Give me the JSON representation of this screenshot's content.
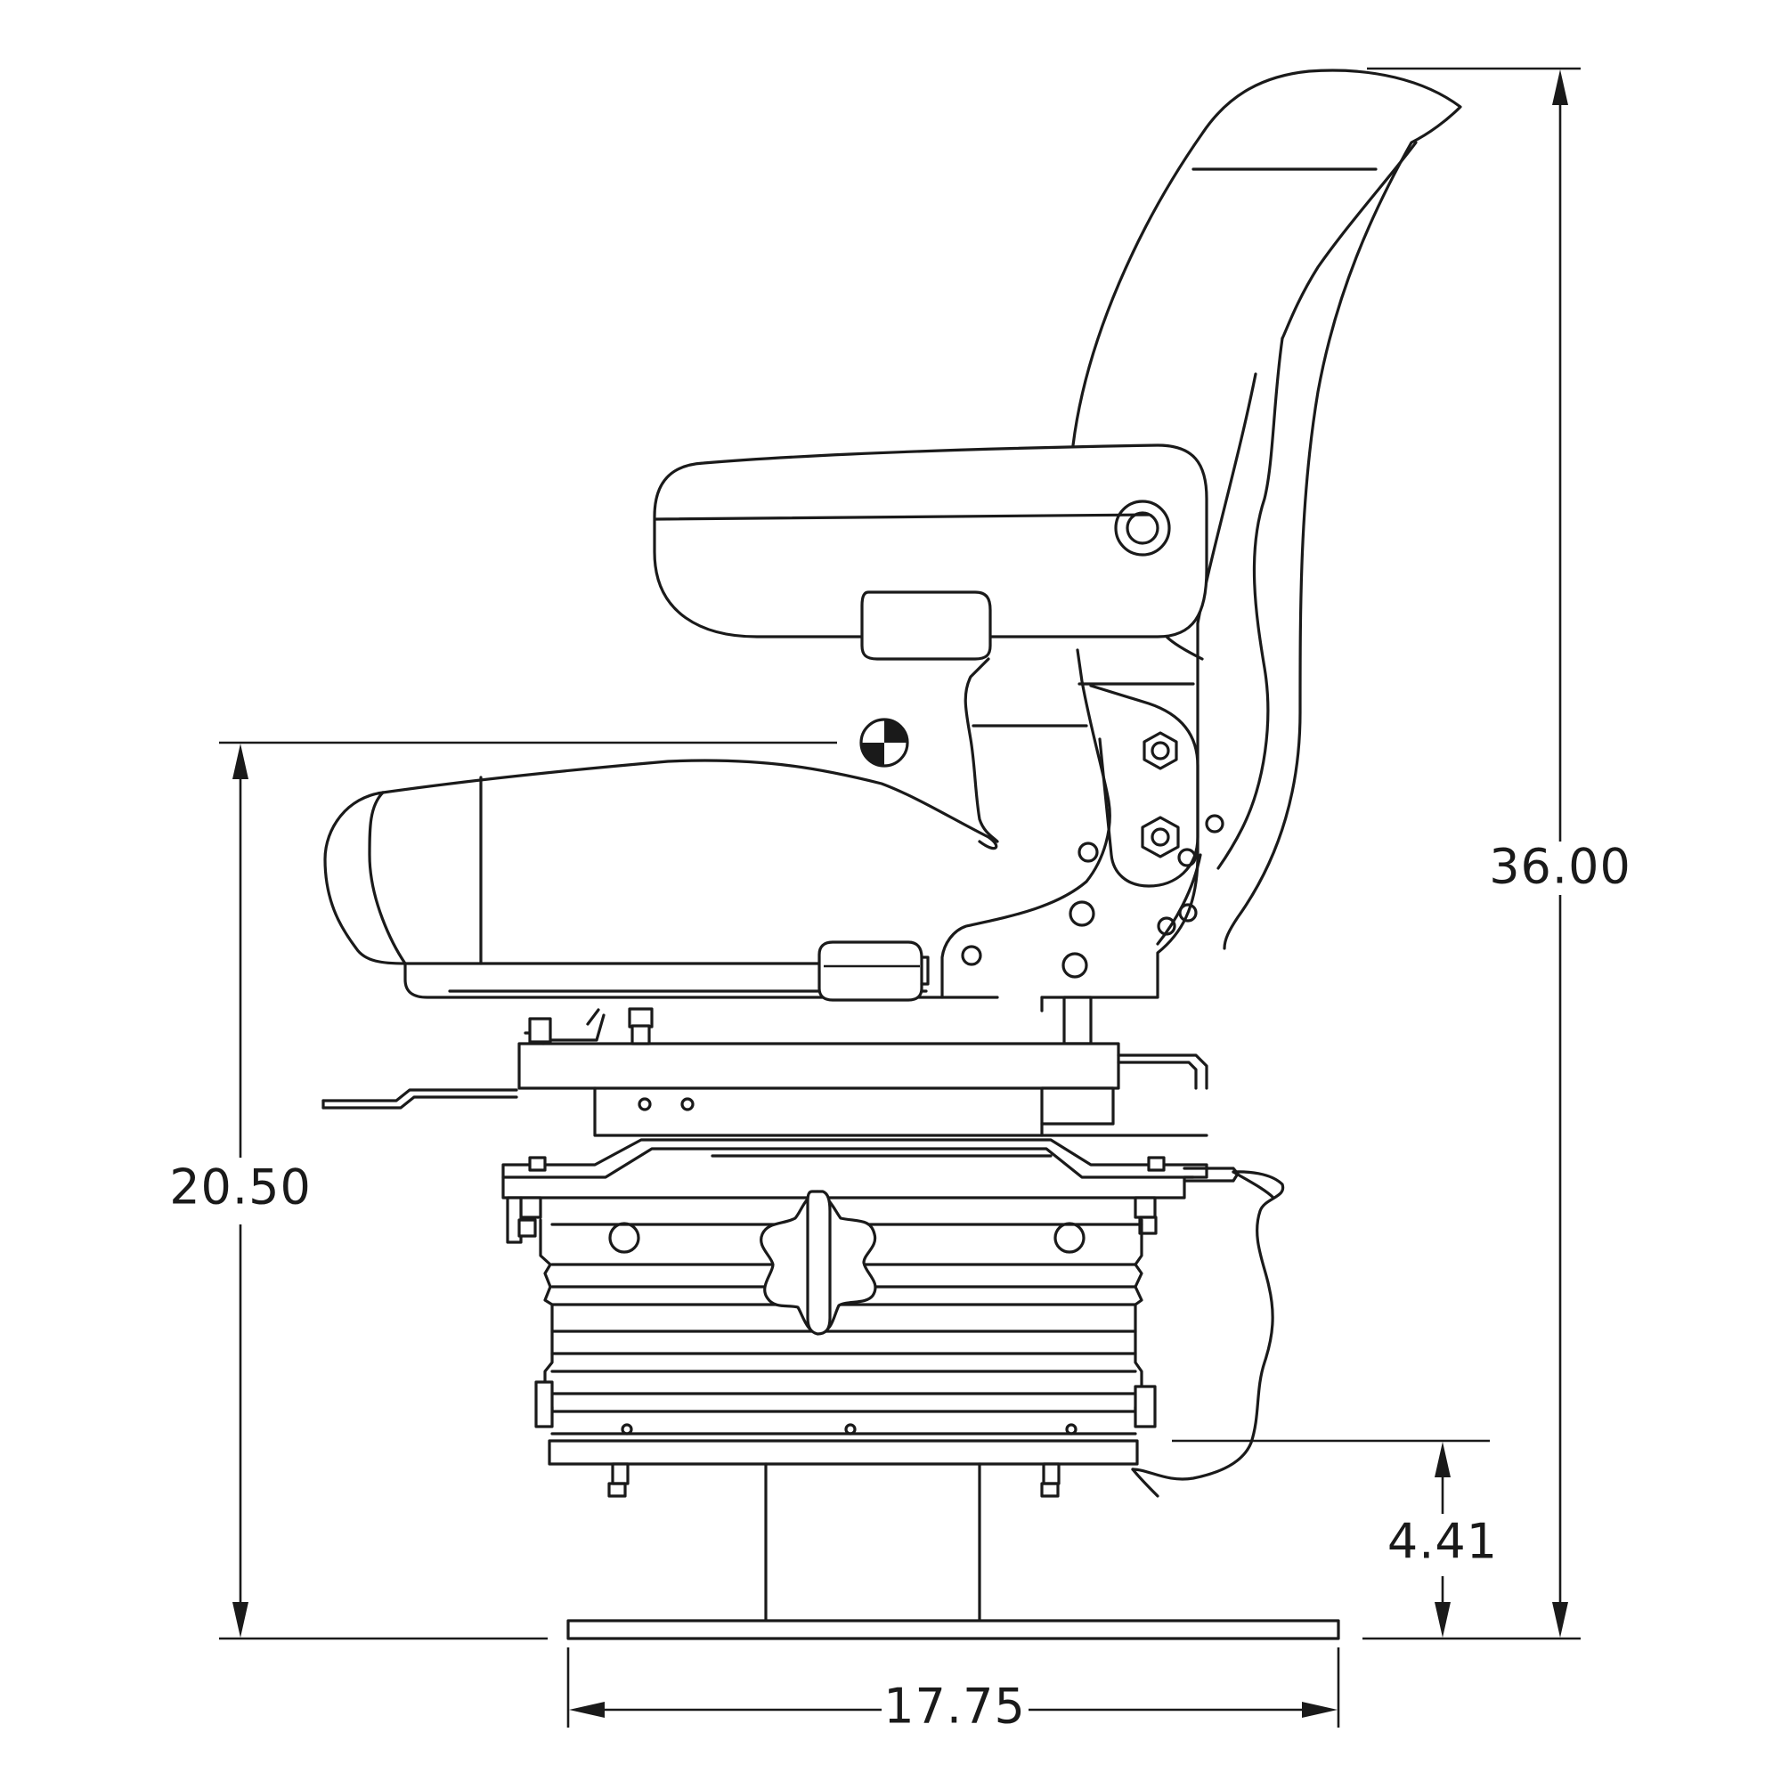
{
  "dimensions": {
    "overall_height": "36.00",
    "seat_height": "20.50",
    "base_to_suspension": "4.41",
    "base_width": "17.75"
  },
  "colors": {
    "line": "#1a1a1a",
    "background": "#ffffff"
  },
  "icons": {
    "center_marker": "center-of-gravity-symbol",
    "knob": "star-knob",
    "fasteners": "hex-nut"
  }
}
